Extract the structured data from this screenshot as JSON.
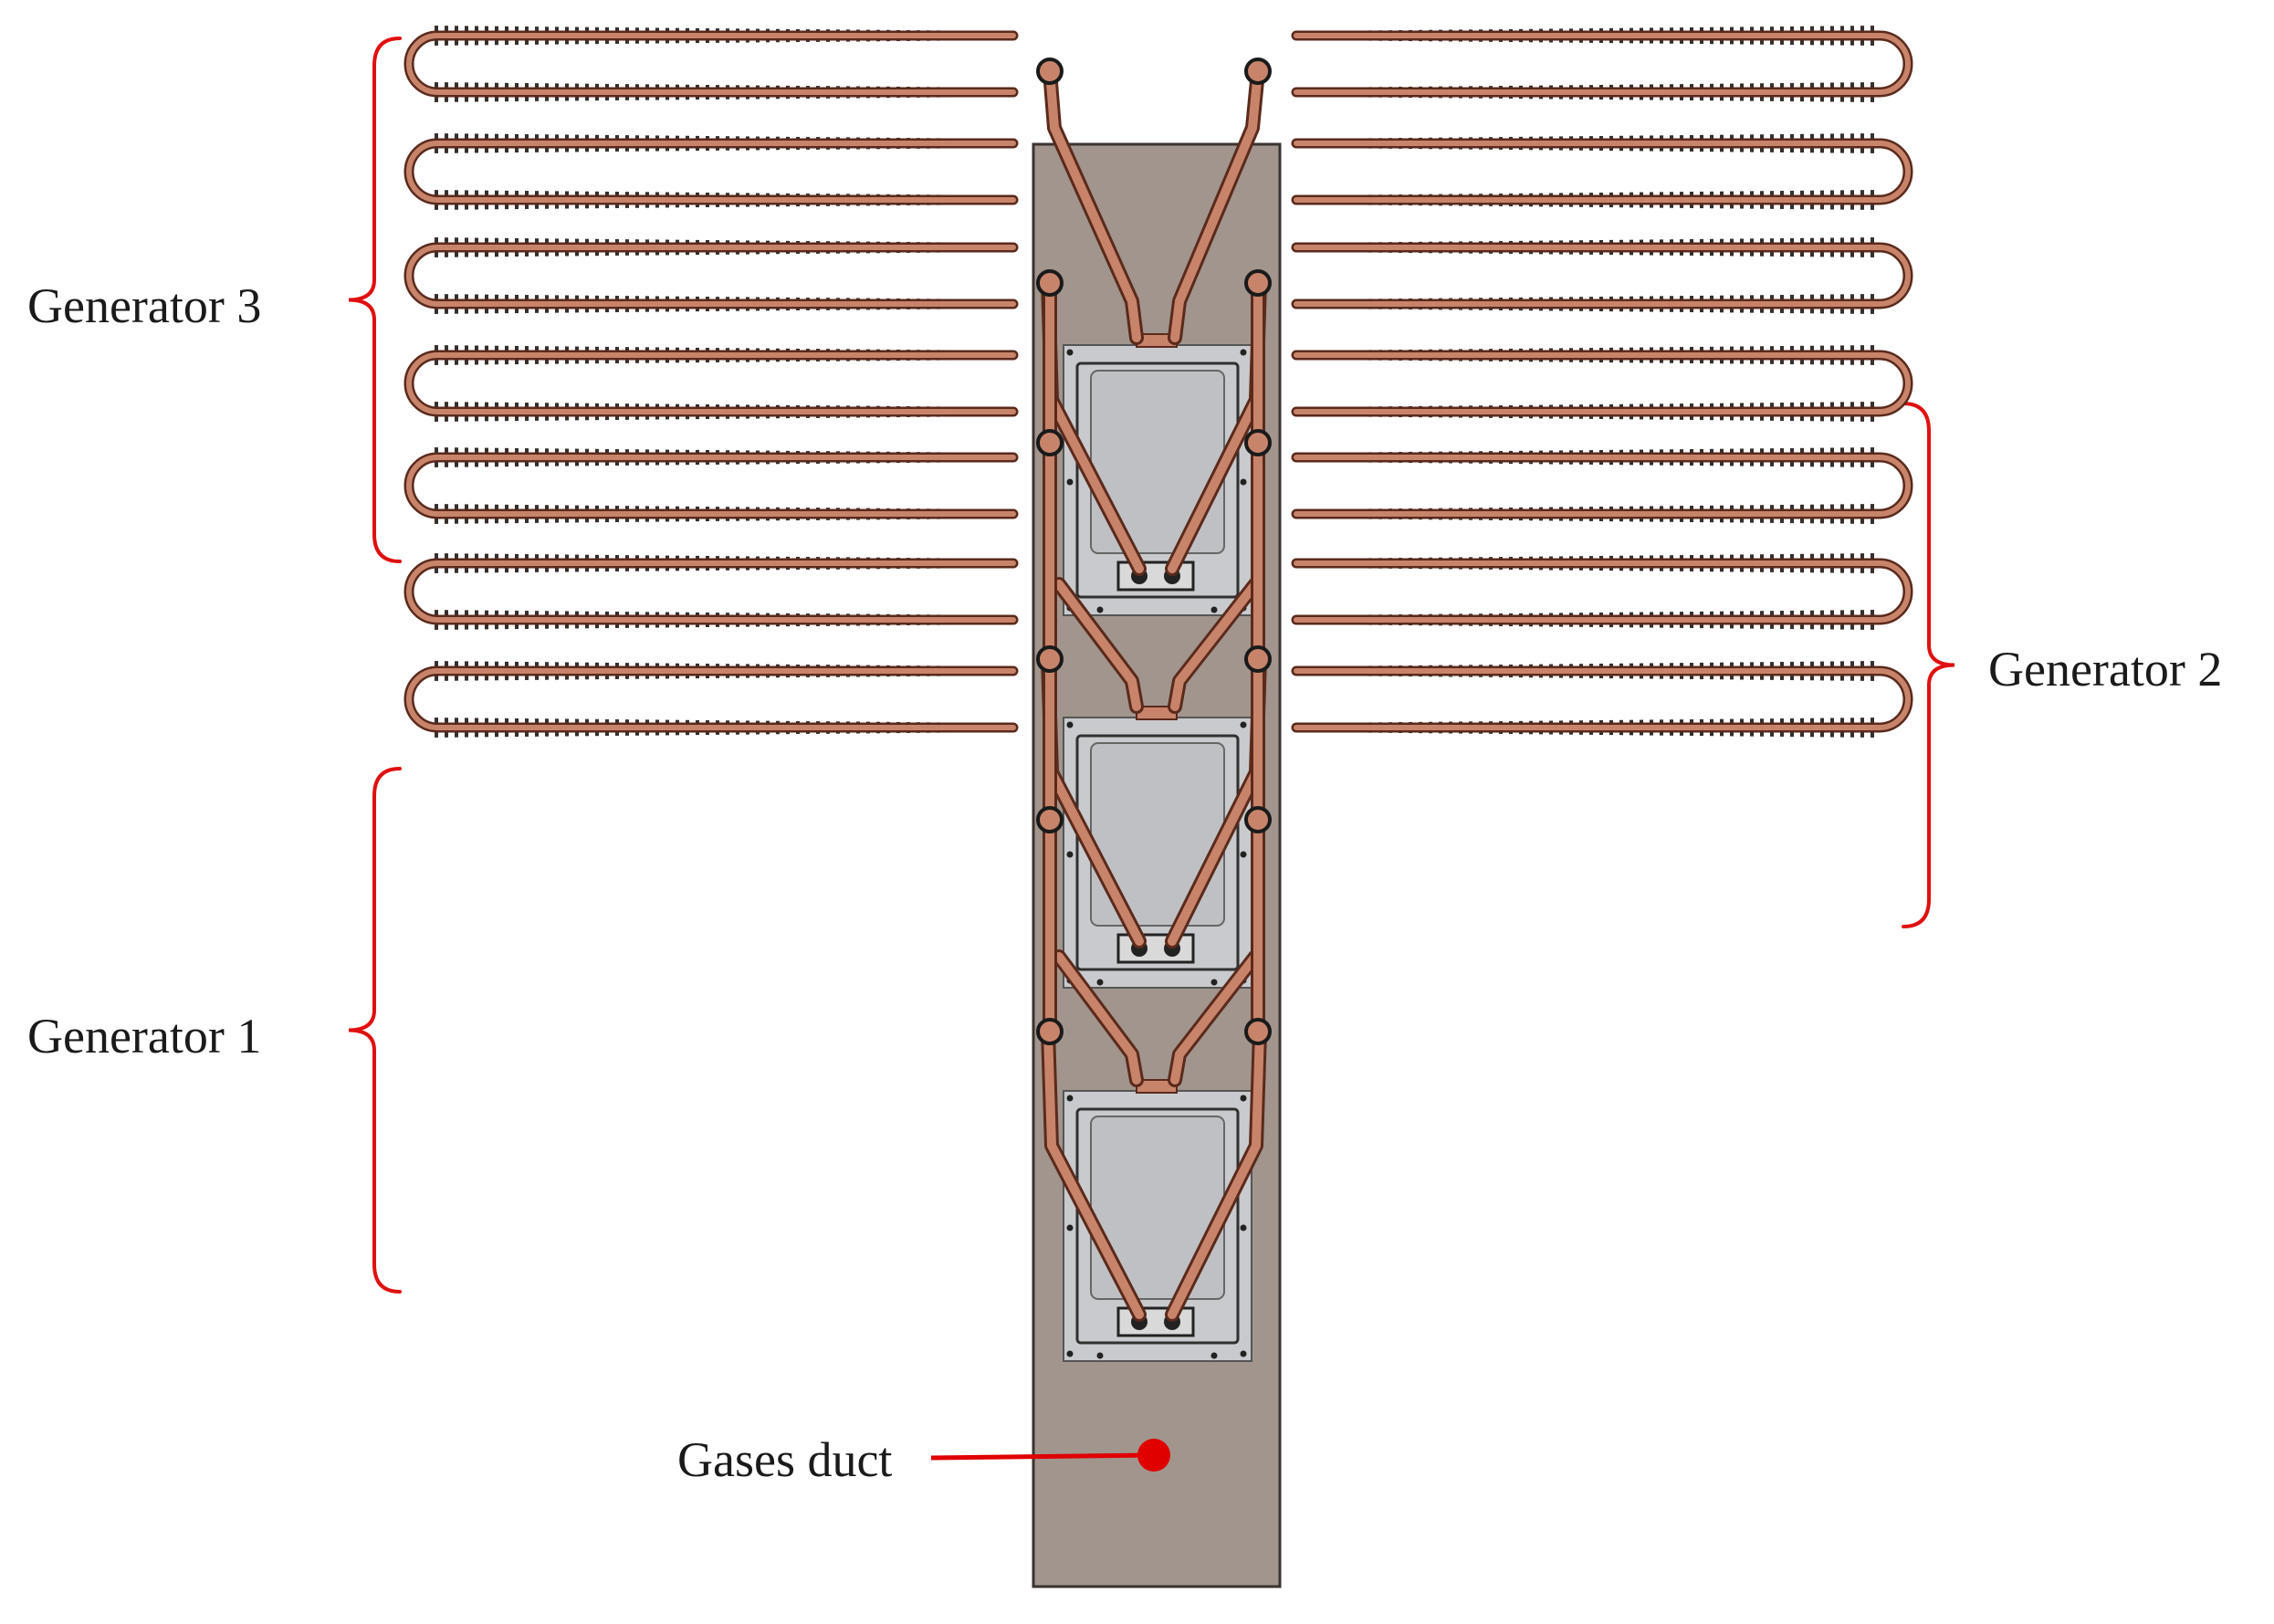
{
  "labels": {
    "generator_3": "Generator 3",
    "generator_2": "Generator 2",
    "generator_1": "Generator 1",
    "gases_duct": "Gases duct"
  },
  "colors": {
    "duct": "#a1958d",
    "duct_border": "#3a3330",
    "copper": "#c8846a",
    "copper_dark": "#5a2a1c",
    "fin": "#2b2421",
    "module_frame": "#c9cacd",
    "module_plate": "#bfc0c4",
    "module_dark": "#303030",
    "bracket": "#e01010",
    "pointer": "#e00000"
  },
  "structure": {
    "module_count": 3,
    "coil_rows_per_side": 7,
    "sides": [
      "left",
      "right"
    ]
  }
}
